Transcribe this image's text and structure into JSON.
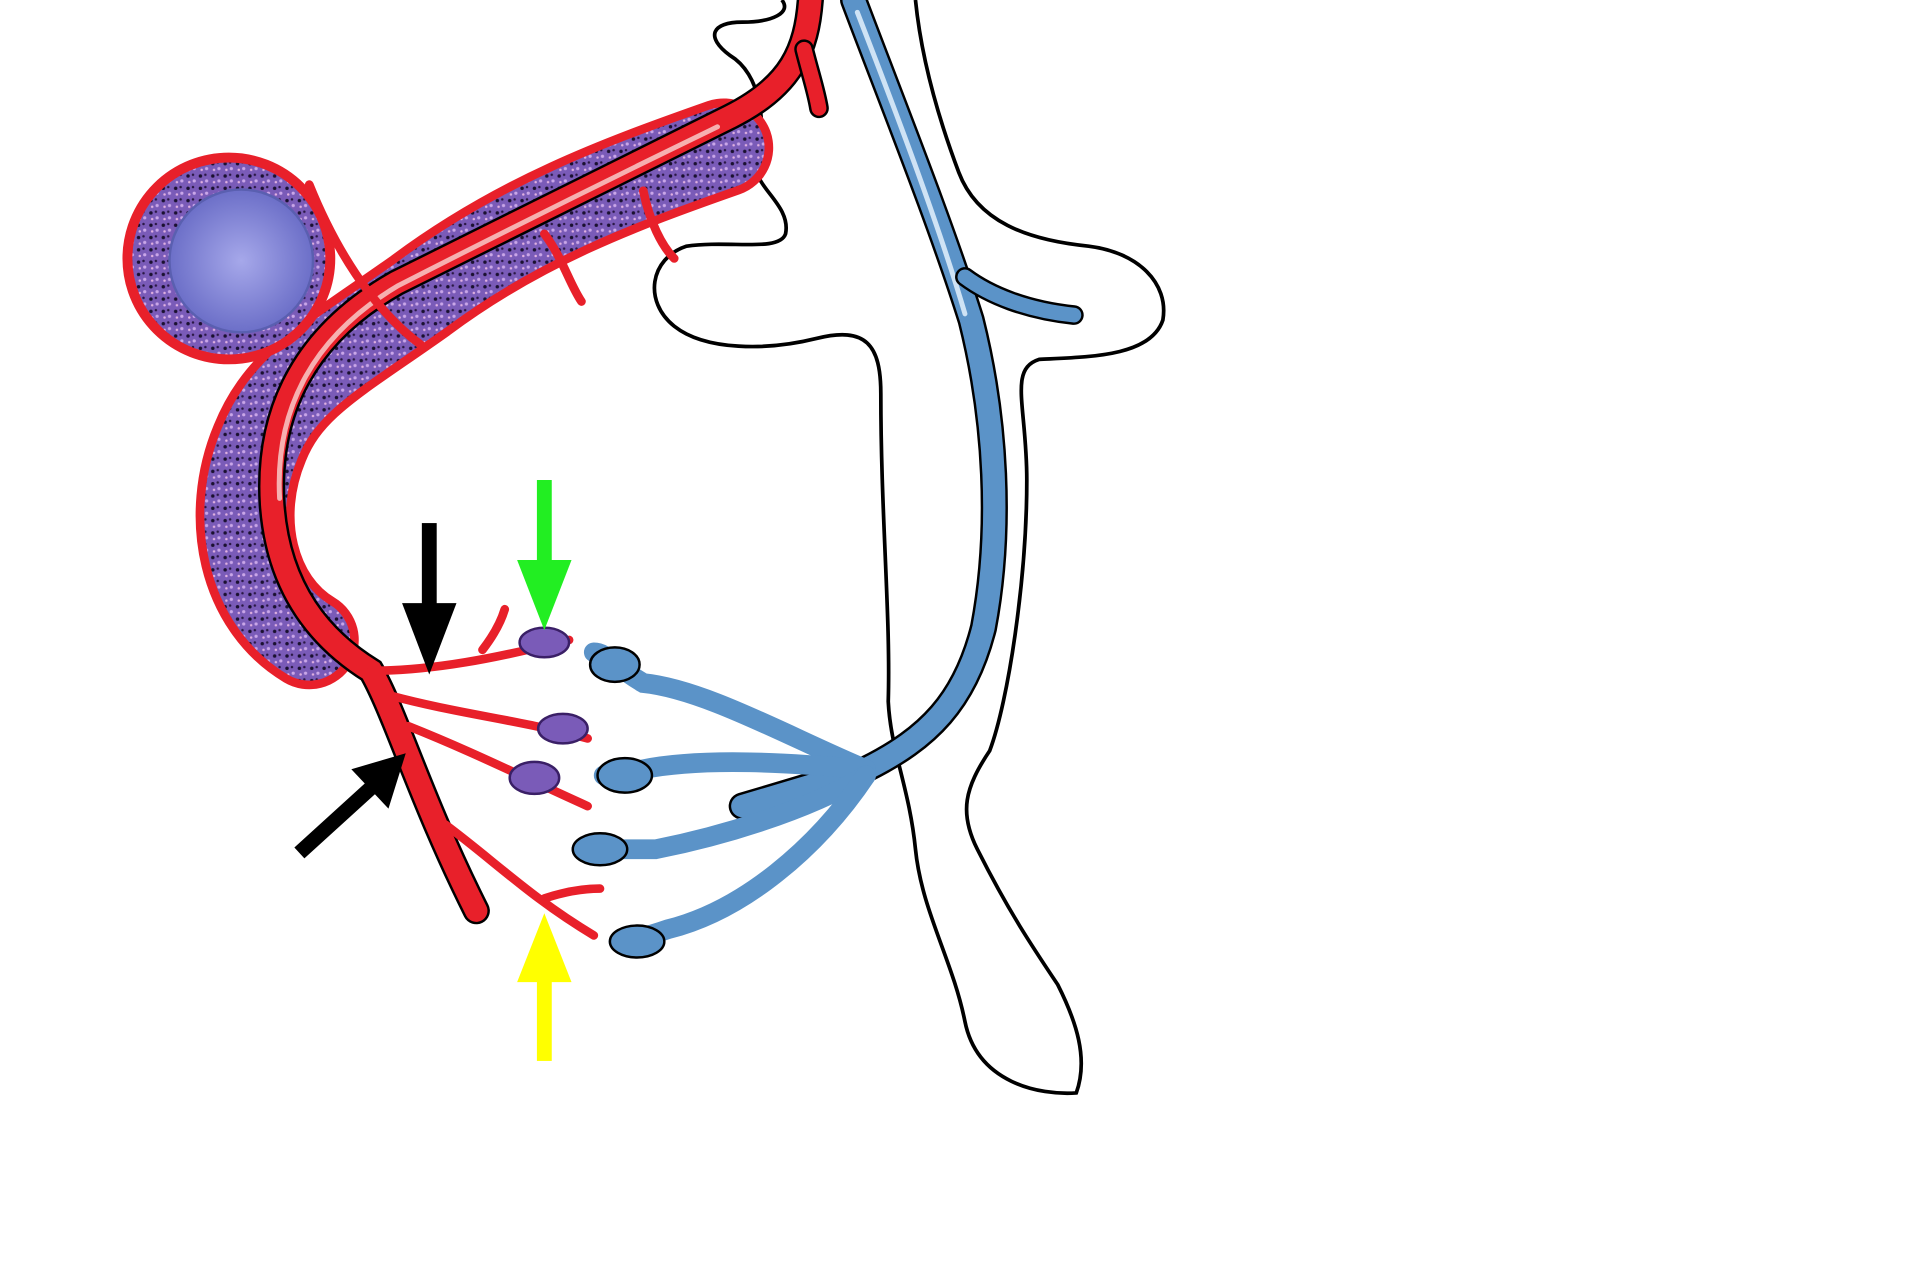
{
  "illustration": {
    "colors": {
      "background": "#ffffff",
      "outline": "#000000",
      "artery": "#e8202a",
      "vein": "#5b93c8",
      "vein_highlight": "#cfe3f5",
      "tubule": "#7a5bb8",
      "glomerulus": "#8c8fd8"
    },
    "arrows": [
      {
        "color": "#000000",
        "direction": "down"
      },
      {
        "color": "#000000",
        "direction": "up-right"
      },
      {
        "color": "#22ee22",
        "direction": "down"
      },
      {
        "color": "#ffff00",
        "direction": "up"
      }
    ]
  }
}
